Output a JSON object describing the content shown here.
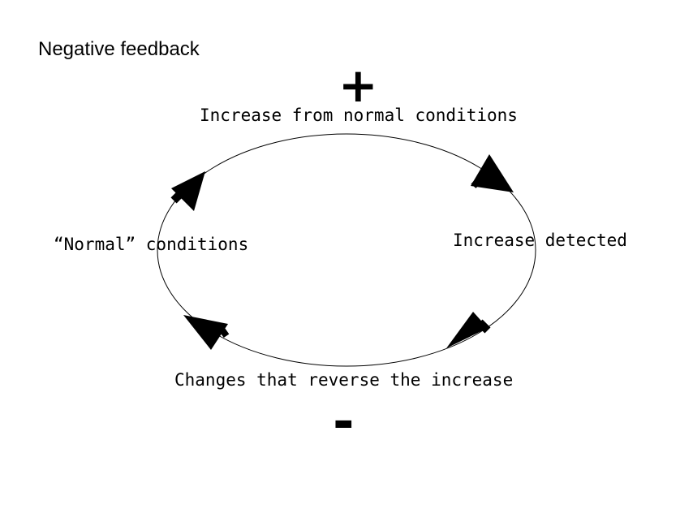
{
  "title": "Negative feedback",
  "nodes": {
    "top": "Increase from normal conditions",
    "right": "Increase detected",
    "bottom": "Changes that reverse the increase",
    "left": "“Normal” conditions"
  },
  "signs": {
    "positive": "+",
    "negative": "-"
  },
  "colors": {
    "stroke": "#000000",
    "background": "#ffffff"
  }
}
